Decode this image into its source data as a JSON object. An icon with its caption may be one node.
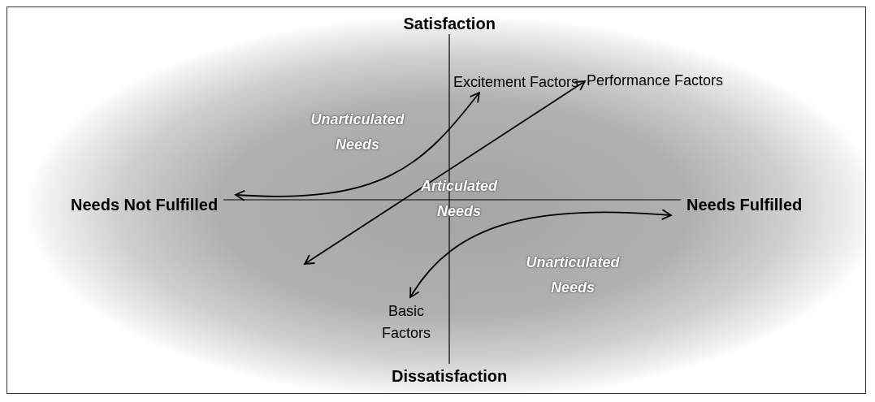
{
  "diagram": {
    "nodes": [
      {
        "text": [
          "Excitement Factors"
        ]
      },
      {
        "text": [
          "Performance Factors"
        ]
      },
      {
        "text": [
          "Basic Factors"
        ]
      }
    ],
    "edges": [
      {
        "from": null,
        "to": 0,
        "arrow": "both"
      },
      {
        "from": null,
        "to": 1,
        "arrow": "both"
      },
      {
        "from": null,
        "to": 2,
        "arrow": "both"
      }
    ],
    "labels": [
      "Satisfaction",
      "Unarticulated Needs",
      "Needs Not Fulfilled",
      "Articulated Needs",
      "Needs Fulfilled",
      "Unarticulated Needs",
      "Dissatisfaction"
    ]
  }
}
